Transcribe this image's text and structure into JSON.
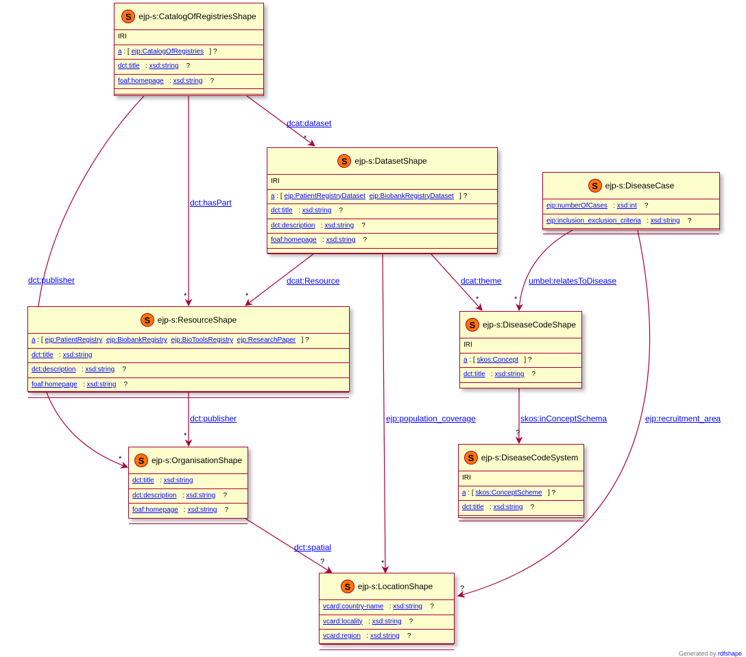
{
  "nodes": {
    "catalog": {
      "title": "ejp-s:CatalogOfRegistriesShape",
      "iri": "IRI",
      "a_prefix": "a",
      "a_open": " : [ ",
      "a_values": [
        "ejp:CatalogOfRegistries"
      ],
      "a_close": " ] ?",
      "props": [
        {
          "name": "dct:title",
          "type": "xsd:string",
          "card": "?"
        },
        {
          "name": "foaf:homepage",
          "type": "xsd:string",
          "card": "?"
        }
      ]
    },
    "dataset": {
      "title": "ejp-s:DatasetShape",
      "iri": "IRI",
      "a_prefix": "a",
      "a_open": " : [ ",
      "a_values": [
        "ejp:PatientRegistryDataset",
        "ejp:BiobankRegistryDataset"
      ],
      "a_close": " ] ?",
      "props": [
        {
          "name": "dct:title",
          "type": "xsd:string",
          "card": "?"
        },
        {
          "name": "dct:description",
          "type": "xsd:string",
          "card": "?"
        },
        {
          "name": "foaf:homepage",
          "type": "xsd:string",
          "card": "?"
        }
      ]
    },
    "diseasecase": {
      "title": "ejp-s:DiseaseCase",
      "props": [
        {
          "name": "ejp:numberOfCases",
          "type": "xsd:int",
          "card": "?"
        },
        {
          "name": "ejp:inclusion_exclusion_criteria",
          "type": "xsd:string",
          "card": "?"
        }
      ]
    },
    "resource": {
      "title": "ejp-s:ResourceShape",
      "a_prefix": "a",
      "a_open": " : [ ",
      "a_values": [
        "ejp:PatientRegistry",
        "ejp:BiobankRegistry",
        "ejp:BioToolsRegistry",
        "ejp:ResearchPaper"
      ],
      "a_close": " ] ?",
      "props": [
        {
          "name": "dct:title",
          "type": "xsd:string",
          "card": ""
        },
        {
          "name": "dct:description",
          "type": "xsd:string",
          "card": "?"
        },
        {
          "name": "foaf:homepage",
          "type": "xsd:string",
          "card": "?"
        }
      ]
    },
    "diseasecode": {
      "title": "ejp-s:DiseaseCodeShape",
      "iri": "IRI",
      "a_prefix": "a",
      "a_open": " : [ ",
      "a_values": [
        "skos:Concept"
      ],
      "a_close": " ] ?",
      "props": [
        {
          "name": "dct:title",
          "type": "xsd:string",
          "card": "?"
        }
      ]
    },
    "organisation": {
      "title": "ejp-s:OrganisationShape",
      "props": [
        {
          "name": "dct:title",
          "type": "xsd:string",
          "card": ""
        },
        {
          "name": "dct:description",
          "type": "xsd:string",
          "card": "?"
        },
        {
          "name": "foaf:homepage",
          "type": "xsd:string",
          "card": "?"
        }
      ]
    },
    "diseasecodesystem": {
      "title": "ejp-s:DiseaseCodeSystem",
      "iri": "IRI",
      "a_prefix": "a",
      "a_open": " : [ ",
      "a_values": [
        "skos:ConceptScheme"
      ],
      "a_close": " ] ?",
      "props": [
        {
          "name": "dct:title",
          "type": "xsd:string",
          "card": "?"
        }
      ]
    },
    "location": {
      "title": "ejp-s:LocationShape",
      "props": [
        {
          "name": "vcard:country-name",
          "type": "xsd:string",
          "card": "?"
        },
        {
          "name": "vcard:locality",
          "type": "xsd:string",
          "card": "?"
        },
        {
          "name": "vcard:region",
          "type": "xsd:string",
          "card": "?"
        }
      ]
    }
  },
  "badge_letter": "S",
  "edges": [
    {
      "label": "dcat:dataset",
      "card": "*"
    },
    {
      "label": "dct:hasPart",
      "card": "*"
    },
    {
      "label": "dct:publisher",
      "card": "*"
    },
    {
      "label": "dcat:Resource",
      "card": "*"
    },
    {
      "label": "ejp:population_coverage",
      "card": "*"
    },
    {
      "label": "dcat:theme",
      "card": "*"
    },
    {
      "label": "umbel:relatesToDisease",
      "card": "*"
    },
    {
      "label": "ejp:recruitment_area",
      "card": "?"
    },
    {
      "label": "dct:publisher",
      "card": "*"
    },
    {
      "label": "skos:inConceptSchema",
      "card": "?"
    },
    {
      "label": "dct:spatial",
      "card": "?"
    }
  ],
  "colors": {
    "edge": "#a80036",
    "node_fill": "#fefecd",
    "badge": "#ff7600",
    "link": "#0000ff"
  },
  "footer": {
    "prefix": "Generated by",
    "link": "rdfshape"
  }
}
